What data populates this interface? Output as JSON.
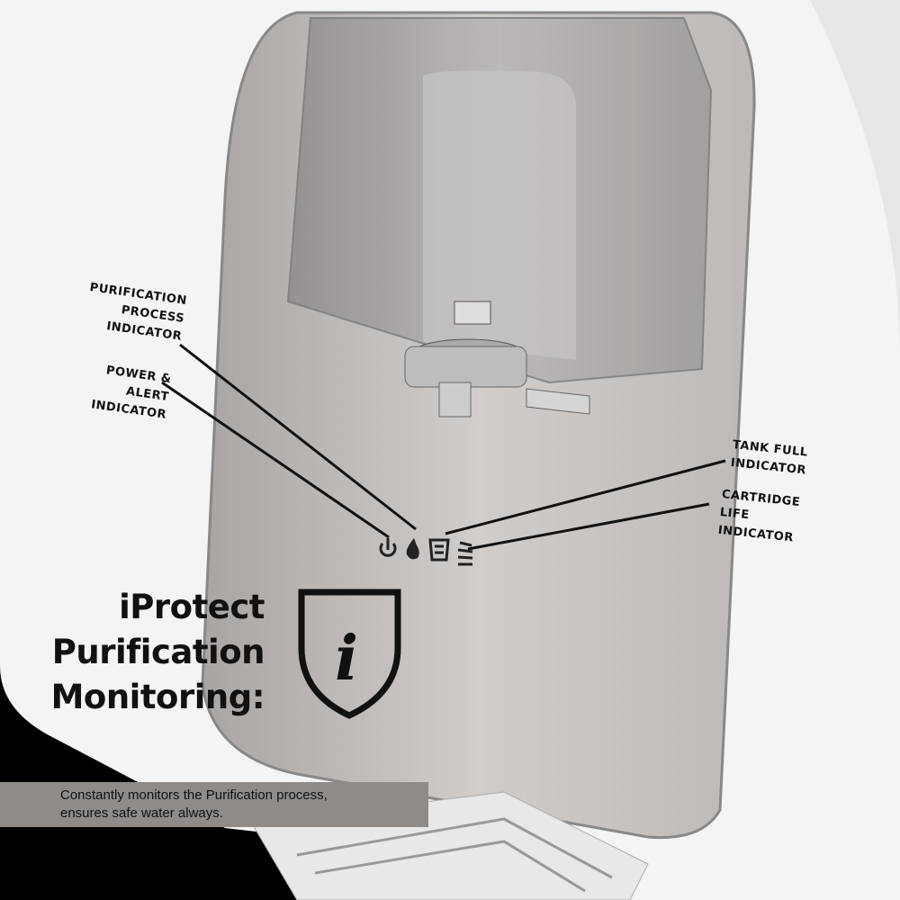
{
  "callouts": {
    "purification_process": [
      "PURIFICATION",
      "PROCESS",
      "INDICATOR"
    ],
    "power_alert": [
      "POWER & ALERT",
      "INDICATOR"
    ],
    "tank_full": [
      "TANK FULL",
      "INDICATOR"
    ],
    "cartridge_life": [
      "CARTRIDGE",
      "LIFE",
      "INDICATOR"
    ]
  },
  "heading": [
    "iProtect",
    "Purification",
    "Monitoring:"
  ],
  "caption": [
    "Constantly monitors the Purification process,",
    "ensures safe water always."
  ],
  "icons": [
    "power-icon",
    "water-drop-icon",
    "tank-icon",
    "cartridge-icon",
    "shield-info-icon"
  ],
  "colors": {
    "background": "#000000",
    "body": "#f4f4f4",
    "panel": "#c9c5c3",
    "caption_bar": "#8f8b89",
    "text": "#111111"
  }
}
